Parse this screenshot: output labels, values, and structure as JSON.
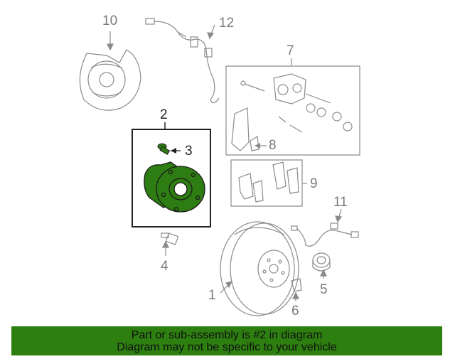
{
  "callouts": {
    "c1": "1",
    "c2": "2",
    "c3": "3",
    "c4": "4",
    "c5": "5",
    "c6": "6",
    "c7": "7",
    "c8": "8",
    "c9": "9",
    "c10": "10",
    "c11": "11",
    "c12": "12"
  },
  "banner": {
    "line1": "Part or sub-assembly is #2 in diagram",
    "line2": "Diagram may not be specific to your vehicle",
    "color": "#2d7f10"
  },
  "colors": {
    "highlight": "#2e7d12",
    "line": "#8a8a8a"
  }
}
